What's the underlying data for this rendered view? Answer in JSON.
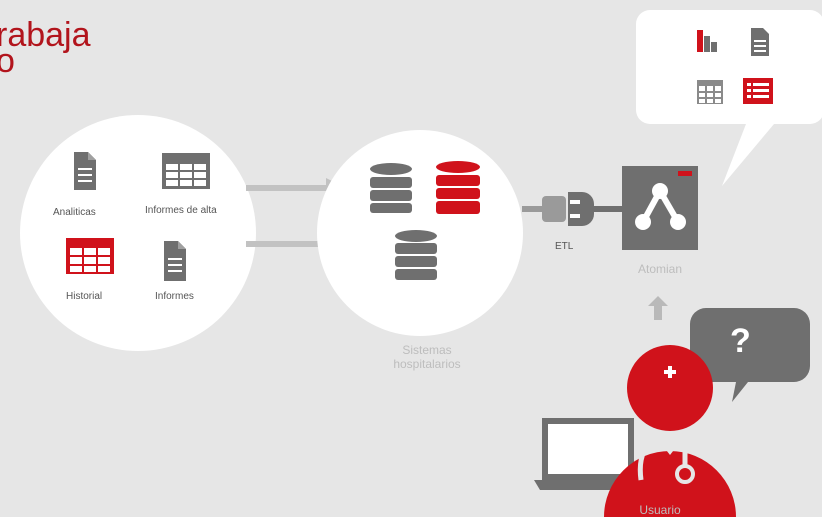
{
  "title": {
    "line1": "rabaja",
    "line2": "o"
  },
  "sources": {
    "analiticas": "Analiticas",
    "informes_alta": "Informes de alta",
    "historial": "Historial",
    "informes": "Informes"
  },
  "systems": {
    "line1": "Sistemas",
    "line2": "hospitalarios"
  },
  "etl": "ETL",
  "atomian": "Atomian",
  "user": "Usuario",
  "question_mark": "?",
  "colors": {
    "accent": "#d0121b",
    "dark_gray": "#6f6f6f",
    "arrow": "#c2c2c2",
    "background": "#e6e6e6"
  }
}
